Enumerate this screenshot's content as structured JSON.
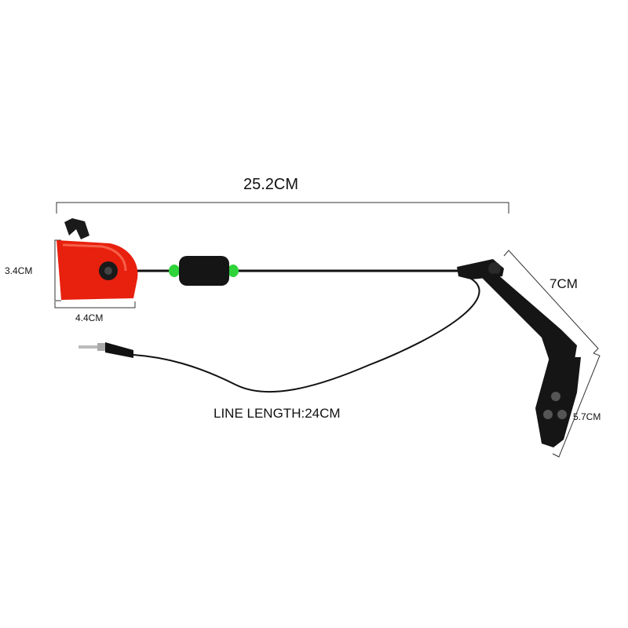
{
  "dimensions": {
    "total_length": "25.2CM",
    "head_height": "3.4CM",
    "head_width": "4.4CM",
    "arm_length": "7CM",
    "plate_length": "5.7CM",
    "line_length": "LINE LENGTH:24CM"
  },
  "colors": {
    "head": "#e8200e",
    "bead": "#2fd33a",
    "body": "#111111"
  }
}
